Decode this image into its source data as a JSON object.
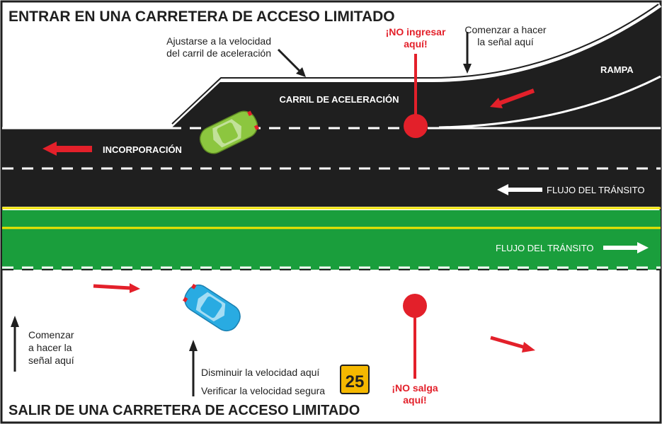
{
  "top_section": {
    "title": "ENTRAR EN UNA CARRETERA DE ACCESO LIMITADO",
    "adjust_speed_line1": "Ajustarse a la velocidad",
    "adjust_speed_line2": "del carril de aceleración",
    "no_enter_line1": "¡NO ingresar",
    "no_enter_line2": "aquí!",
    "start_signal_line1": "Comenzar a hacer",
    "start_signal_line2": "la señal aquí",
    "ramp_label": "RAMPA",
    "accel_lane_label": "CARRIL DE ACELERACIÓN",
    "merge_label": "INCORPORACIÓN",
    "traffic_flow_label": "FLUJO DEL TRÁNSITO"
  },
  "bottom_section": {
    "title": "SALIR DE UNA CARRETERA DE ACCESO LIMITADO",
    "traffic_flow_label": "FLUJO DEL TRÁNSITO",
    "start_signal_line1": "Comenzar",
    "start_signal_line2": "a hacer la",
    "start_signal_line3": "señal aquí",
    "slow_down": "Disminuir la velocidad aquí",
    "check_speed": "Verificar la velocidad segura",
    "speed_sign_value": "25",
    "no_exit_line1": "¡NO salga",
    "no_exit_line2": "aquí!"
  },
  "colors": {
    "road": "#1f1f1f",
    "green_road": "#1a9e3c",
    "arrow_red": "#e3202a",
    "marker_red": "#e3202a",
    "yellow_line": "#f2e400",
    "sign_yellow": "#f5b800",
    "car_top": "#8cc63f",
    "car_bottom": "#29abe2"
  }
}
